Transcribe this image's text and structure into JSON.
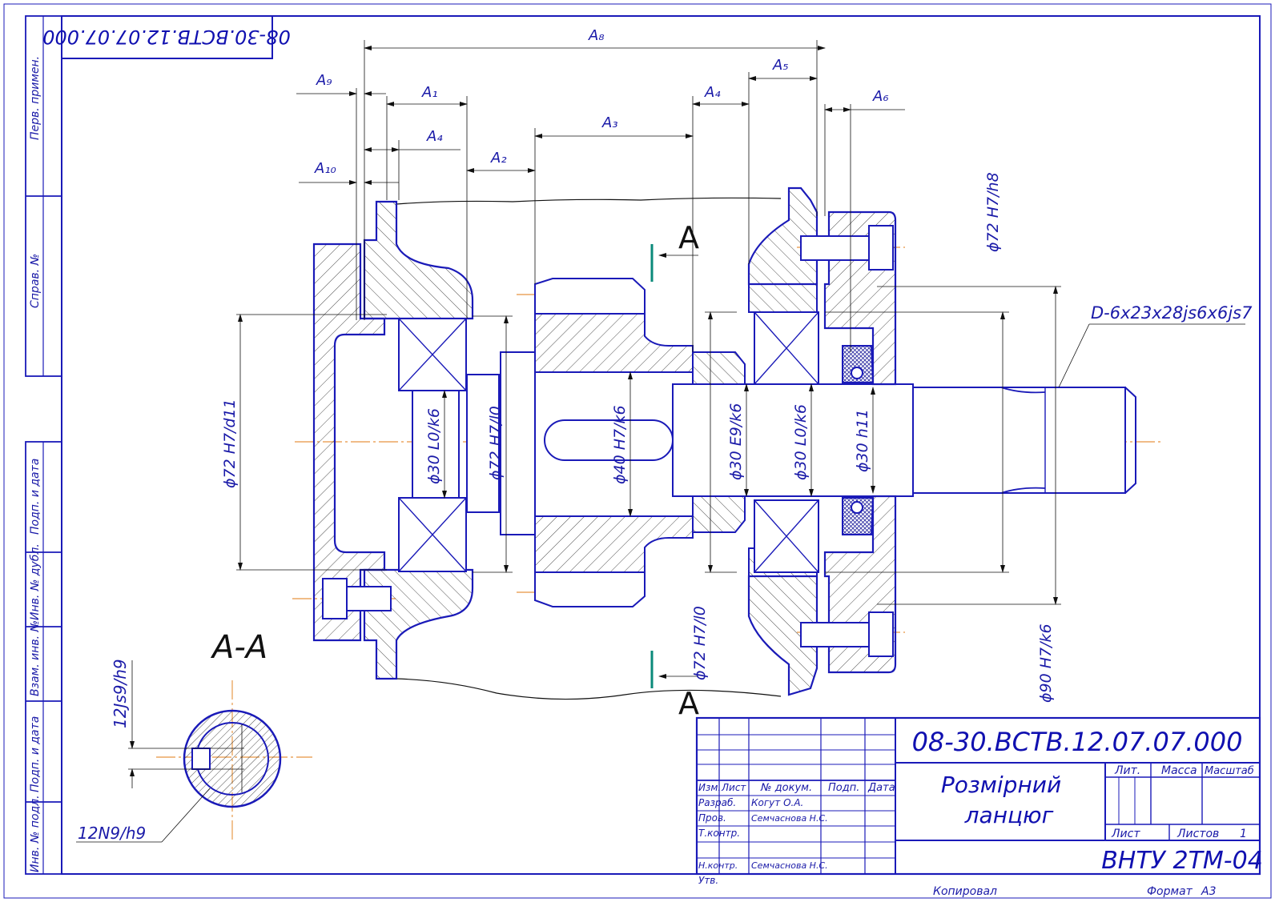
{
  "colors": {
    "outline": "#1a1ab8",
    "dim": "#101010",
    "centerline": "#e07a10",
    "section_mark": "#0a8a7a",
    "seal_fill": "#2a2aa0"
  },
  "corner_stamp": "08-30.ВСТВ.12.07.07.000",
  "side_strip": {
    "perv_primen": "Перв. примен.",
    "sprav_no": "Справ. №",
    "podp_i_data_1": "Подп. и дата",
    "inv_no_dubl": "Инв. № дубл.",
    "vzam_inv_no": "Взам. инв. №",
    "podp_i_data_2": "Подп. и дата",
    "inv_no_podl": "Инв. № подл."
  },
  "dims": {
    "a8": "A₈",
    "a9": "A₉",
    "a1": "A₁",
    "a4_top": "A₄",
    "a5": "A₅",
    "a6": "A₆",
    "a4": "A₄",
    "a3": "A₃",
    "a2": "A₂",
    "a10": "A₁₀"
  },
  "fits": {
    "d72_h7_d11": "ϕ72 H7/d11",
    "d30_l0_k6_left": "ϕ30 L0/k6",
    "d72_h7_l0_left": "ϕ72 H7/l0",
    "d40_h7_k6": "ϕ40 H7/k6",
    "d30_e9_k6": "ϕ30 E9/k6",
    "d30_l0_k6_right": "ϕ30 L0/k6",
    "d30_h11": "ϕ30 h11",
    "d72_h7_h8": "ϕ72 H7/h8",
    "d72_h7_l0_bottom": "ϕ72 H7/l0",
    "d90_h7_k6": "ϕ90 H7/k6",
    "spline": "D-6x23x28js6x6js7"
  },
  "section": {
    "mark": "A",
    "title": "A-A",
    "fit_12js9": "12Js9/h9",
    "fit_12n9": "12N9/h9"
  },
  "title_block": {
    "designation": "08-30.ВСТВ.12.07.07.000",
    "name_line1": "Розмірний",
    "name_line2": "ланцюг",
    "headers": {
      "izm": "Изм.",
      "list": "Лист",
      "no_dokum": "№ докум.",
      "podp": "Подп.",
      "data": "Дата"
    },
    "rows": {
      "razrab_label": "Разраб.",
      "razrab_name": "Когут О.А.",
      "prov_label": "Пров.",
      "prov_name": "Семчаснова Н.С.",
      "tkontr_label": "Т.контр.",
      "nkontr_label": "Н.контр.",
      "nkontr_name": "Семчаснова Н.С.",
      "utv_label": "Утв."
    },
    "lit": "Лит.",
    "massa": "Масса",
    "masshtab": "Масштаб",
    "sheet_label": "Лист",
    "sheets_label": "Листов",
    "sheets_count": "1",
    "org": "ВНТУ 2ТМ-04",
    "kopiroval": "Копировал",
    "format_label": "Формат",
    "format_value": "A3"
  }
}
